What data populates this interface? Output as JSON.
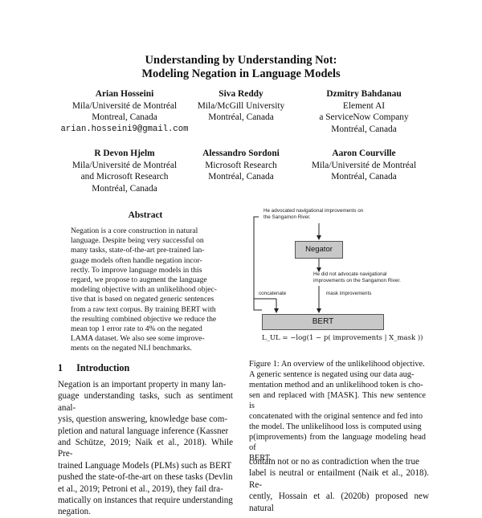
{
  "paper": {
    "title_line1": "Understanding by Understanding Not:",
    "title_line2": "Modeling Negation in Language Models",
    "authors": [
      {
        "name": "Arian Hosseini",
        "aff1": "Mila/Université de Montréal",
        "aff2": "Montreal, Canada",
        "email": "arian.hosseini9@gmail.com"
      },
      {
        "name": "Siva Reddy",
        "aff1": "Mila/McGill University",
        "aff2": "Montréal, Canada"
      },
      {
        "name": "Dzmitry Bahdanau",
        "aff1": "Element AI",
        "aff2": "a ServiceNow Company",
        "aff3": "Montréal, Canada"
      },
      {
        "name": "R Devon Hjelm",
        "aff1": "Mila/Université de Montréal",
        "aff2": "and Microsoft Research",
        "aff3": "Montréal, Canada"
      },
      {
        "name": "Alessandro Sordoni",
        "aff1": "Microsoft Research",
        "aff2": "Montréal, Canada"
      },
      {
        "name": "Aaron Courville",
        "aff1": "Mila/Université de Montréal",
        "aff2": "Montréal, Canada"
      }
    ],
    "abstract_title": "Abstract",
    "abstract_lines": [
      "Negation is a core construction in natural",
      "language. Despite being very successful on",
      "many tasks, state-of-the-art pre-trained lan-",
      "guage models often handle negation incor-",
      "rectly. To improve language models in this",
      "regard, we propose to augment the language",
      "modeling objective with an unlikelihood objec-",
      "tive that is based on negated generic sentences",
      "from a raw text corpus. By training BERT with",
      "the resulting combined objective we reduce the",
      "mean top 1 error rate to 4% on the negated",
      "LAMA dataset. We also see some improve-",
      "ments on the negated NLI benchmarks."
    ],
    "section_number": "1",
    "section_title": "Introduction",
    "intro_lines": [
      "Negation is an important property in many lan-",
      "guage understanding tasks, such as sentiment anal-",
      "ysis, question answering, knowledge base com-",
      "pletion and natural language inference (Kassner",
      "and Schütze, 2019; Naik et al., 2018). While Pre-",
      "trained Language Models (PLMs) such as BERT",
      "pushed the state-of-the-art on these tasks (Devlin",
      "et al., 2019; Petroni et al., 2019), they fail dra-",
      "matically on instances that require understanding",
      "negation."
    ],
    "figure": {
      "top_text_line1": "He advocated navigational improvements on",
      "top_text_line2": "the Sangamon River.",
      "negator_label": "Negator",
      "neg_text_line1": "He did not advocate navigational",
      "neg_text_line2": "improvements on the Sangamon River.",
      "concat_label": "concatenate",
      "mask_label": "mask improvements",
      "bert_label": "BERT",
      "formula": "L_UL = −log(1 − p( improvements | X_mask ))"
    },
    "caption_lines": [
      "Figure 1: An overview of the unlikelihood objective.",
      "A generic sentence is negated using our data aug-",
      "mentation method and an unlikelihood token is cho-",
      "sen and replaced with [MASK]. This new sentence is",
      "concatenated with the original sentence and fed into",
      "the model. The unlikelihood loss is computed using",
      "p(improvements) from the language modeling head of",
      "BERT."
    ],
    "right_lines": [
      "contain not or no as contradiction when the true",
      "label is neutral or entailment (Naik et al., 2018). Re-",
      "cently, Hossain et al. (2020b) proposed new natural"
    ]
  }
}
